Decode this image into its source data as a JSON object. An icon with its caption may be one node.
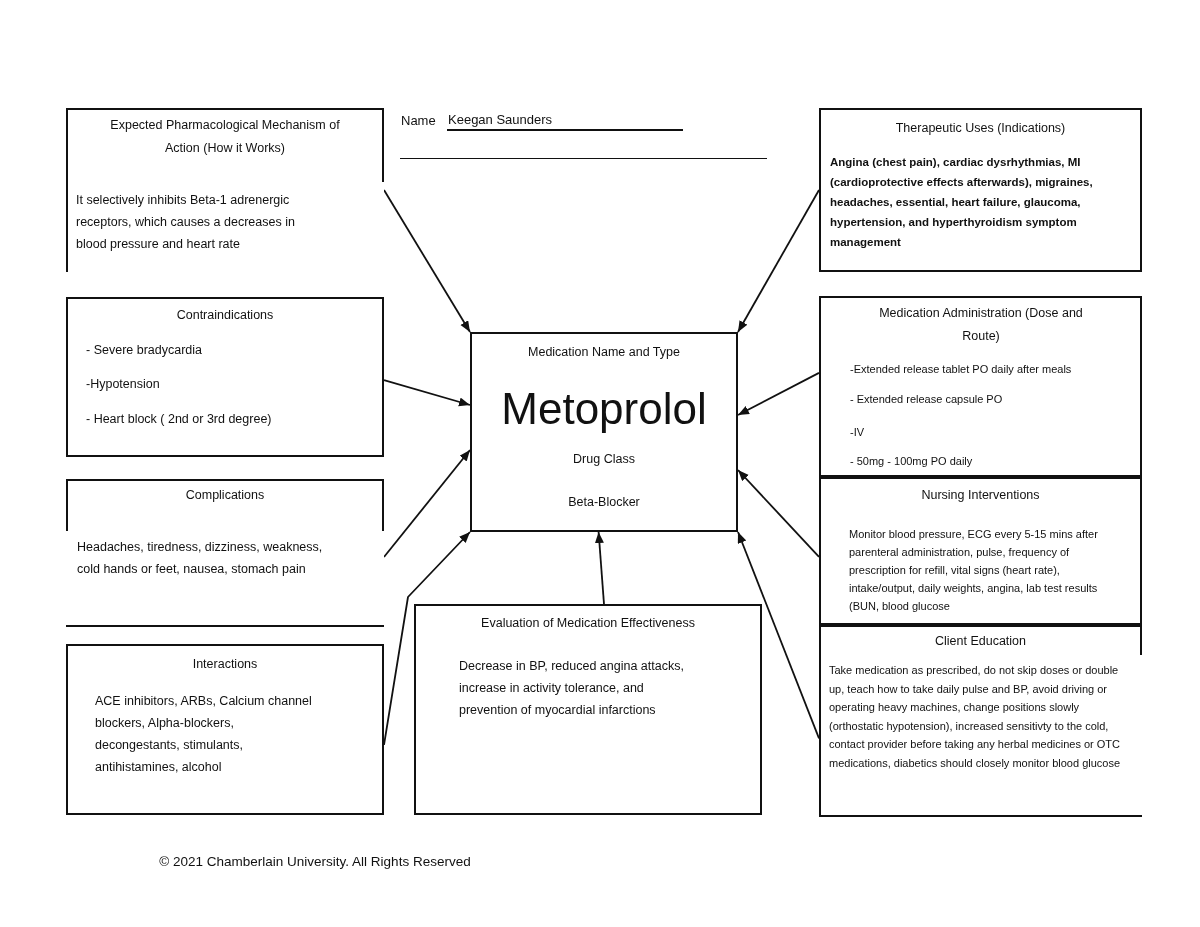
{
  "diagram": {
    "nodes": [
      {
        "text": [
          "Expected Pharmacological Mechanism of Action (How it Works)",
          "It selectively inhibits Beta-1 adrenergic receptors, which causes a decreases in blood pressure and heart rate"
        ]
      },
      {
        "text": [
          "Therapeutic Uses (Indications)",
          "Angina (chest pain), cardiac dysrhythmias, MI (cardioprotective effects afterwards), migraines, headaches, essential, heart failure, glaucoma, hypertension, and hyperthyroidism symptom management"
        ]
      },
      {
        "text": [
          "Contraindications",
          "- Severe bradycardia",
          "-Hypotension",
          "- Heart block ( 2nd or 3rd degree)"
        ]
      },
      {
        "text": [
          "Medication Administration (Dose and Route)",
          "-Extended release tablet PO daily after meals",
          "- Extended release capsule PO",
          "-IV",
          "- 50mg - 100mg PO daily"
        ]
      },
      {
        "text": [
          "Medication Name and Type",
          "Metoprolol",
          "Drug Class",
          "Beta-Blocker"
        ]
      },
      {
        "text": [
          "Complications",
          "Headaches, tiredness, dizziness, weakness, cold hands or feet, nausea, stomach pain"
        ]
      },
      {
        "text": [
          "Nursing Interventions",
          "Monitor blood pressure, ECG every 5-15 mins after parenteral administration, pulse, frequency of prescription for refill, vital signs (heart rate), intake/output, daily weights, angina, lab test results (BUN, blood glucose"
        ]
      },
      {
        "text": [
          "Evaluation of Medication Effectiveness",
          "Decrease in BP, reduced angina attacks, increase in activity tolerance, and prevention of myocardial infarctions"
        ]
      },
      {
        "text": [
          "Client Education",
          "Take medication as prescribed, do not skip doses or double up, teach how to take daily pulse and BP, avoid driving or operating heavy machines, change positions slowly (orthostatic hypotension), increased sensitivty to the cold, contact provider before taking any herbal medicines or OTC medications, diabetics should closely monitor blood glucose"
        ]
      },
      {
        "text": [
          "Interactions",
          "ACE inhibitors, ARBs, Calcium channel blockers, Alpha-blockers, decongestants, stimulants, antihistamines, alcohol"
        ]
      }
    ],
    "edges": [
      {
        "from": 0,
        "to": 4,
        "arrow": "to"
      },
      {
        "from": 1,
        "to": 4,
        "arrow": "to"
      },
      {
        "from": 2,
        "to": 4,
        "arrow": "to"
      },
      {
        "from": 3,
        "to": 4,
        "arrow": "to"
      },
      {
        "from": 5,
        "to": 4,
        "arrow": "to"
      },
      {
        "from": 6,
        "to": 4,
        "arrow": "to"
      },
      {
        "from": 7,
        "to": 4,
        "arrow": "to"
      },
      {
        "from": 8,
        "to": 4,
        "arrow": "to"
      },
      {
        "from": 9,
        "to": 4,
        "arrow": "to"
      }
    ],
    "labels": [
      "Name",
      "Keegan Saunders",
      "© 2021 Chamberlain University. All Rights Reserved"
    ]
  }
}
